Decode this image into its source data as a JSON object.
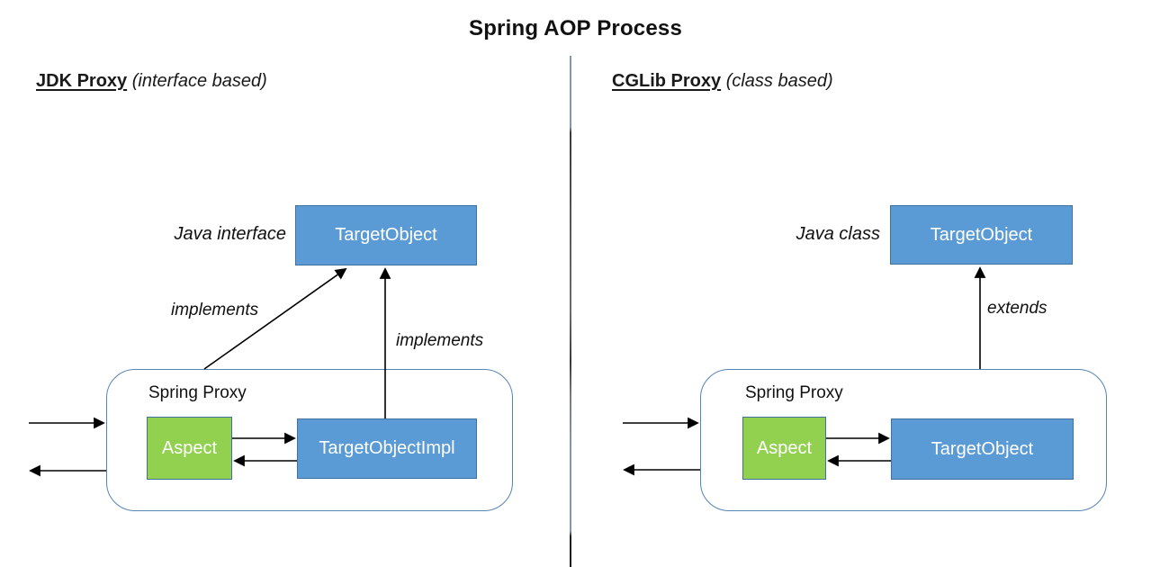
{
  "diagram": {
    "title": "Spring AOP Process",
    "left": {
      "heading": "JDK Proxy",
      "heading_suffix": "(interface based)",
      "type_label": "Java interface",
      "target_box": "TargetObject",
      "relation_diagonal": "implements",
      "relation_vertical": "implements",
      "proxy_label": "Spring Proxy",
      "aspect_box": "Aspect",
      "inner_box": "TargetObjectImpl"
    },
    "right": {
      "heading": "CGLib Proxy",
      "heading_suffix": "(class based)",
      "type_label": "Java class",
      "target_box": "TargetObject",
      "relation_vertical": "extends",
      "proxy_label": "Spring Proxy",
      "aspect_box": "Aspect",
      "inner_box": "TargetObject"
    }
  },
  "colors": {
    "blue": "#5B9BD5",
    "blueBorder": "#41719C",
    "green": "#92D050",
    "containerBorder": "#5585B5",
    "dividerLight": "#8496B0",
    "arrow": "#000000"
  }
}
